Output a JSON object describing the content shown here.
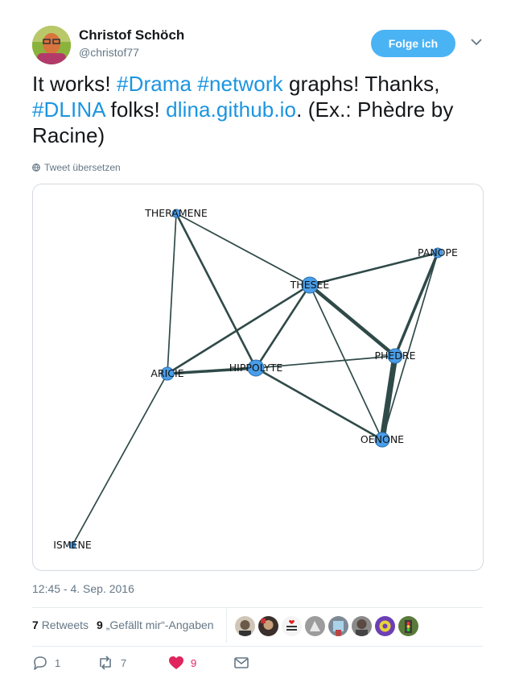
{
  "user": {
    "display_name": "Christof Schöch",
    "handle": "@christof77",
    "follow_label": "Folge ich"
  },
  "tweet": {
    "segments": [
      {
        "text": "It works! ",
        "link": false
      },
      {
        "text": "#Drama",
        "link": true
      },
      {
        "text": " ",
        "link": false
      },
      {
        "text": "#network",
        "link": true
      },
      {
        "text": " graphs! Thanks, ",
        "link": false
      },
      {
        "text": "#DLINA",
        "link": true
      },
      {
        "text": " folks! ",
        "link": false
      },
      {
        "text": "dlina.github.io",
        "link": true
      },
      {
        "text": ". (Ex.: Phèdre by Racine)",
        "link": false
      }
    ],
    "translate_label": "Tweet übersetzen",
    "timestamp": "12:45 - 4. Sep. 2016"
  },
  "graph": {
    "nodes": [
      {
        "label": "THERAMENE",
        "size": 5
      },
      {
        "label": "PANOPE",
        "size": 6
      },
      {
        "label": "THESEE",
        "size": 10
      },
      {
        "label": "PHEDRE",
        "size": 9
      },
      {
        "label": "ARICIE",
        "size": 8
      },
      {
        "label": "HIPPOLYTE",
        "size": 10
      },
      {
        "label": "OENONE",
        "size": 9
      },
      {
        "label": "ISMENE",
        "size": 4
      }
    ],
    "edges": [
      {
        "s": 0,
        "t": 2,
        "w": 1
      },
      {
        "s": 0,
        "t": 4,
        "w": 1
      },
      {
        "s": 0,
        "t": 5,
        "w": 2
      },
      {
        "s": 2,
        "t": 1,
        "w": 2
      },
      {
        "s": 2,
        "t": 4,
        "w": 2
      },
      {
        "s": 2,
        "t": 5,
        "w": 2
      },
      {
        "s": 2,
        "t": 3,
        "w": 4
      },
      {
        "s": 2,
        "t": 6,
        "w": 1
      },
      {
        "s": 1,
        "t": 3,
        "w": 3
      },
      {
        "s": 1,
        "t": 6,
        "w": 1
      },
      {
        "s": 4,
        "t": 5,
        "w": 3
      },
      {
        "s": 5,
        "t": 3,
        "w": 1
      },
      {
        "s": 5,
        "t": 6,
        "w": 2
      },
      {
        "s": 3,
        "t": 6,
        "w": 7
      },
      {
        "s": 4,
        "t": 7,
        "w": 1
      }
    ],
    "node_color": "#4a9ee8",
    "edge_color": "#2f4a48"
  },
  "stats": {
    "retweets_count": "7",
    "retweets_label": "Retweets",
    "likes_count": "9",
    "likes_label": "„Gefällt mir“-Angaben"
  },
  "actions": {
    "reply_count": "1",
    "retweet_count": "7",
    "like_count": "9"
  },
  "colors": {
    "accent": "#1b95e0",
    "follow_bg": "#4ab3f4",
    "like_red": "#e0245e",
    "muted": "#657786"
  }
}
